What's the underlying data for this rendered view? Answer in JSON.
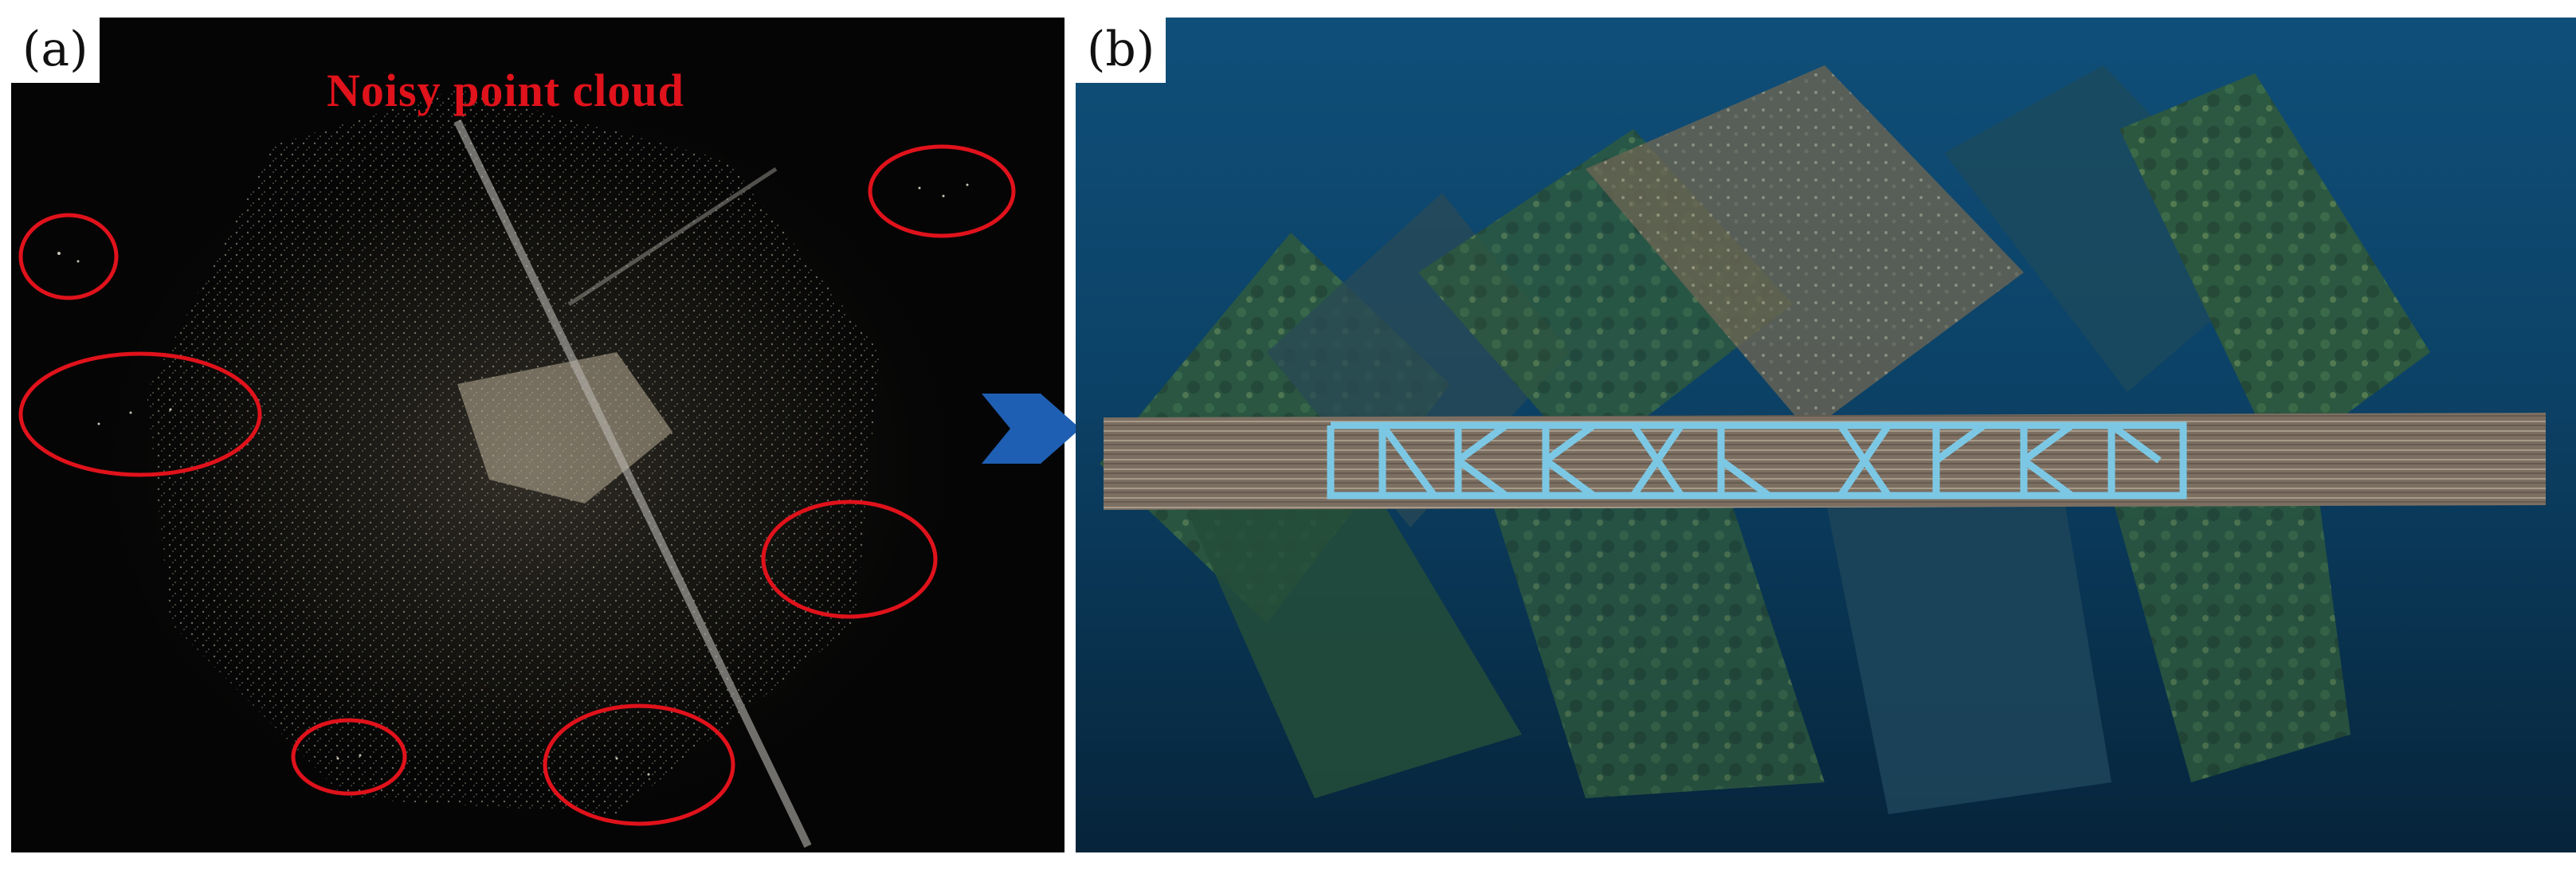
{
  "panels": {
    "a": {
      "tag": "(a)",
      "title": "Noisy point cloud",
      "title_color": "#e0121b",
      "background": "#050505"
    },
    "b": {
      "tag": "(b)",
      "background": "#0f4f79"
    }
  },
  "colors": {
    "highlight_circle": "#e0121b",
    "arrow": "#1f5fb3",
    "bridge_truss": "#7cc8e4"
  },
  "icons": {
    "transition": "right-arrow-icon"
  }
}
